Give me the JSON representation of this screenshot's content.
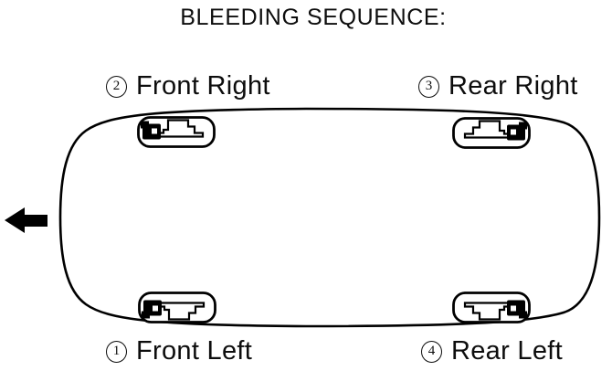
{
  "title": "BLEEDING SEQUENCE:",
  "diagram": {
    "type": "brake-bleeding-sequence-top-view",
    "front_arrow_direction": "left",
    "labels": [
      {
        "number": "2",
        "name": "Front Right"
      },
      {
        "number": "3",
        "name": "Rear Right"
      },
      {
        "number": "1",
        "name": "Front Left"
      },
      {
        "number": "4",
        "name": "Rear Left"
      }
    ]
  },
  "colors": {
    "ink": "#000000",
    "background": "#ffffff"
  }
}
